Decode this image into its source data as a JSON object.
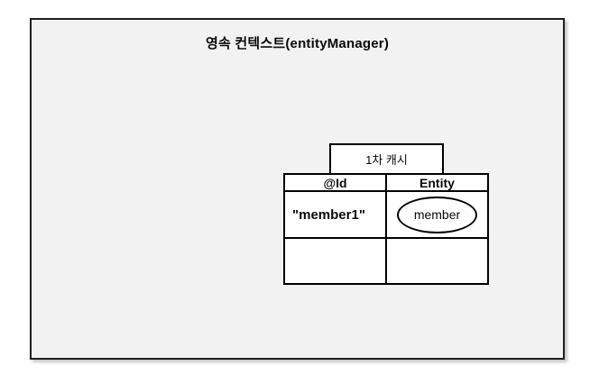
{
  "diagram": {
    "container": {
      "title": "영속 컨텍스트(entityManager)"
    },
    "first_level_cache": {
      "label": "1차 캐시",
      "table": {
        "headers": {
          "id": "@Id",
          "entity": "Entity"
        },
        "rows": [
          {
            "id": "\"member1\"",
            "entity": "member"
          },
          {
            "id": "",
            "entity": ""
          }
        ]
      }
    },
    "colors": {
      "page_bg": "#ffffff",
      "container_bg": "#f2f2f2",
      "container_border": "#1f1f1f",
      "table_border": "#000000",
      "cell_bg": "#ffffff",
      "text": "#0a0a0a"
    }
  }
}
